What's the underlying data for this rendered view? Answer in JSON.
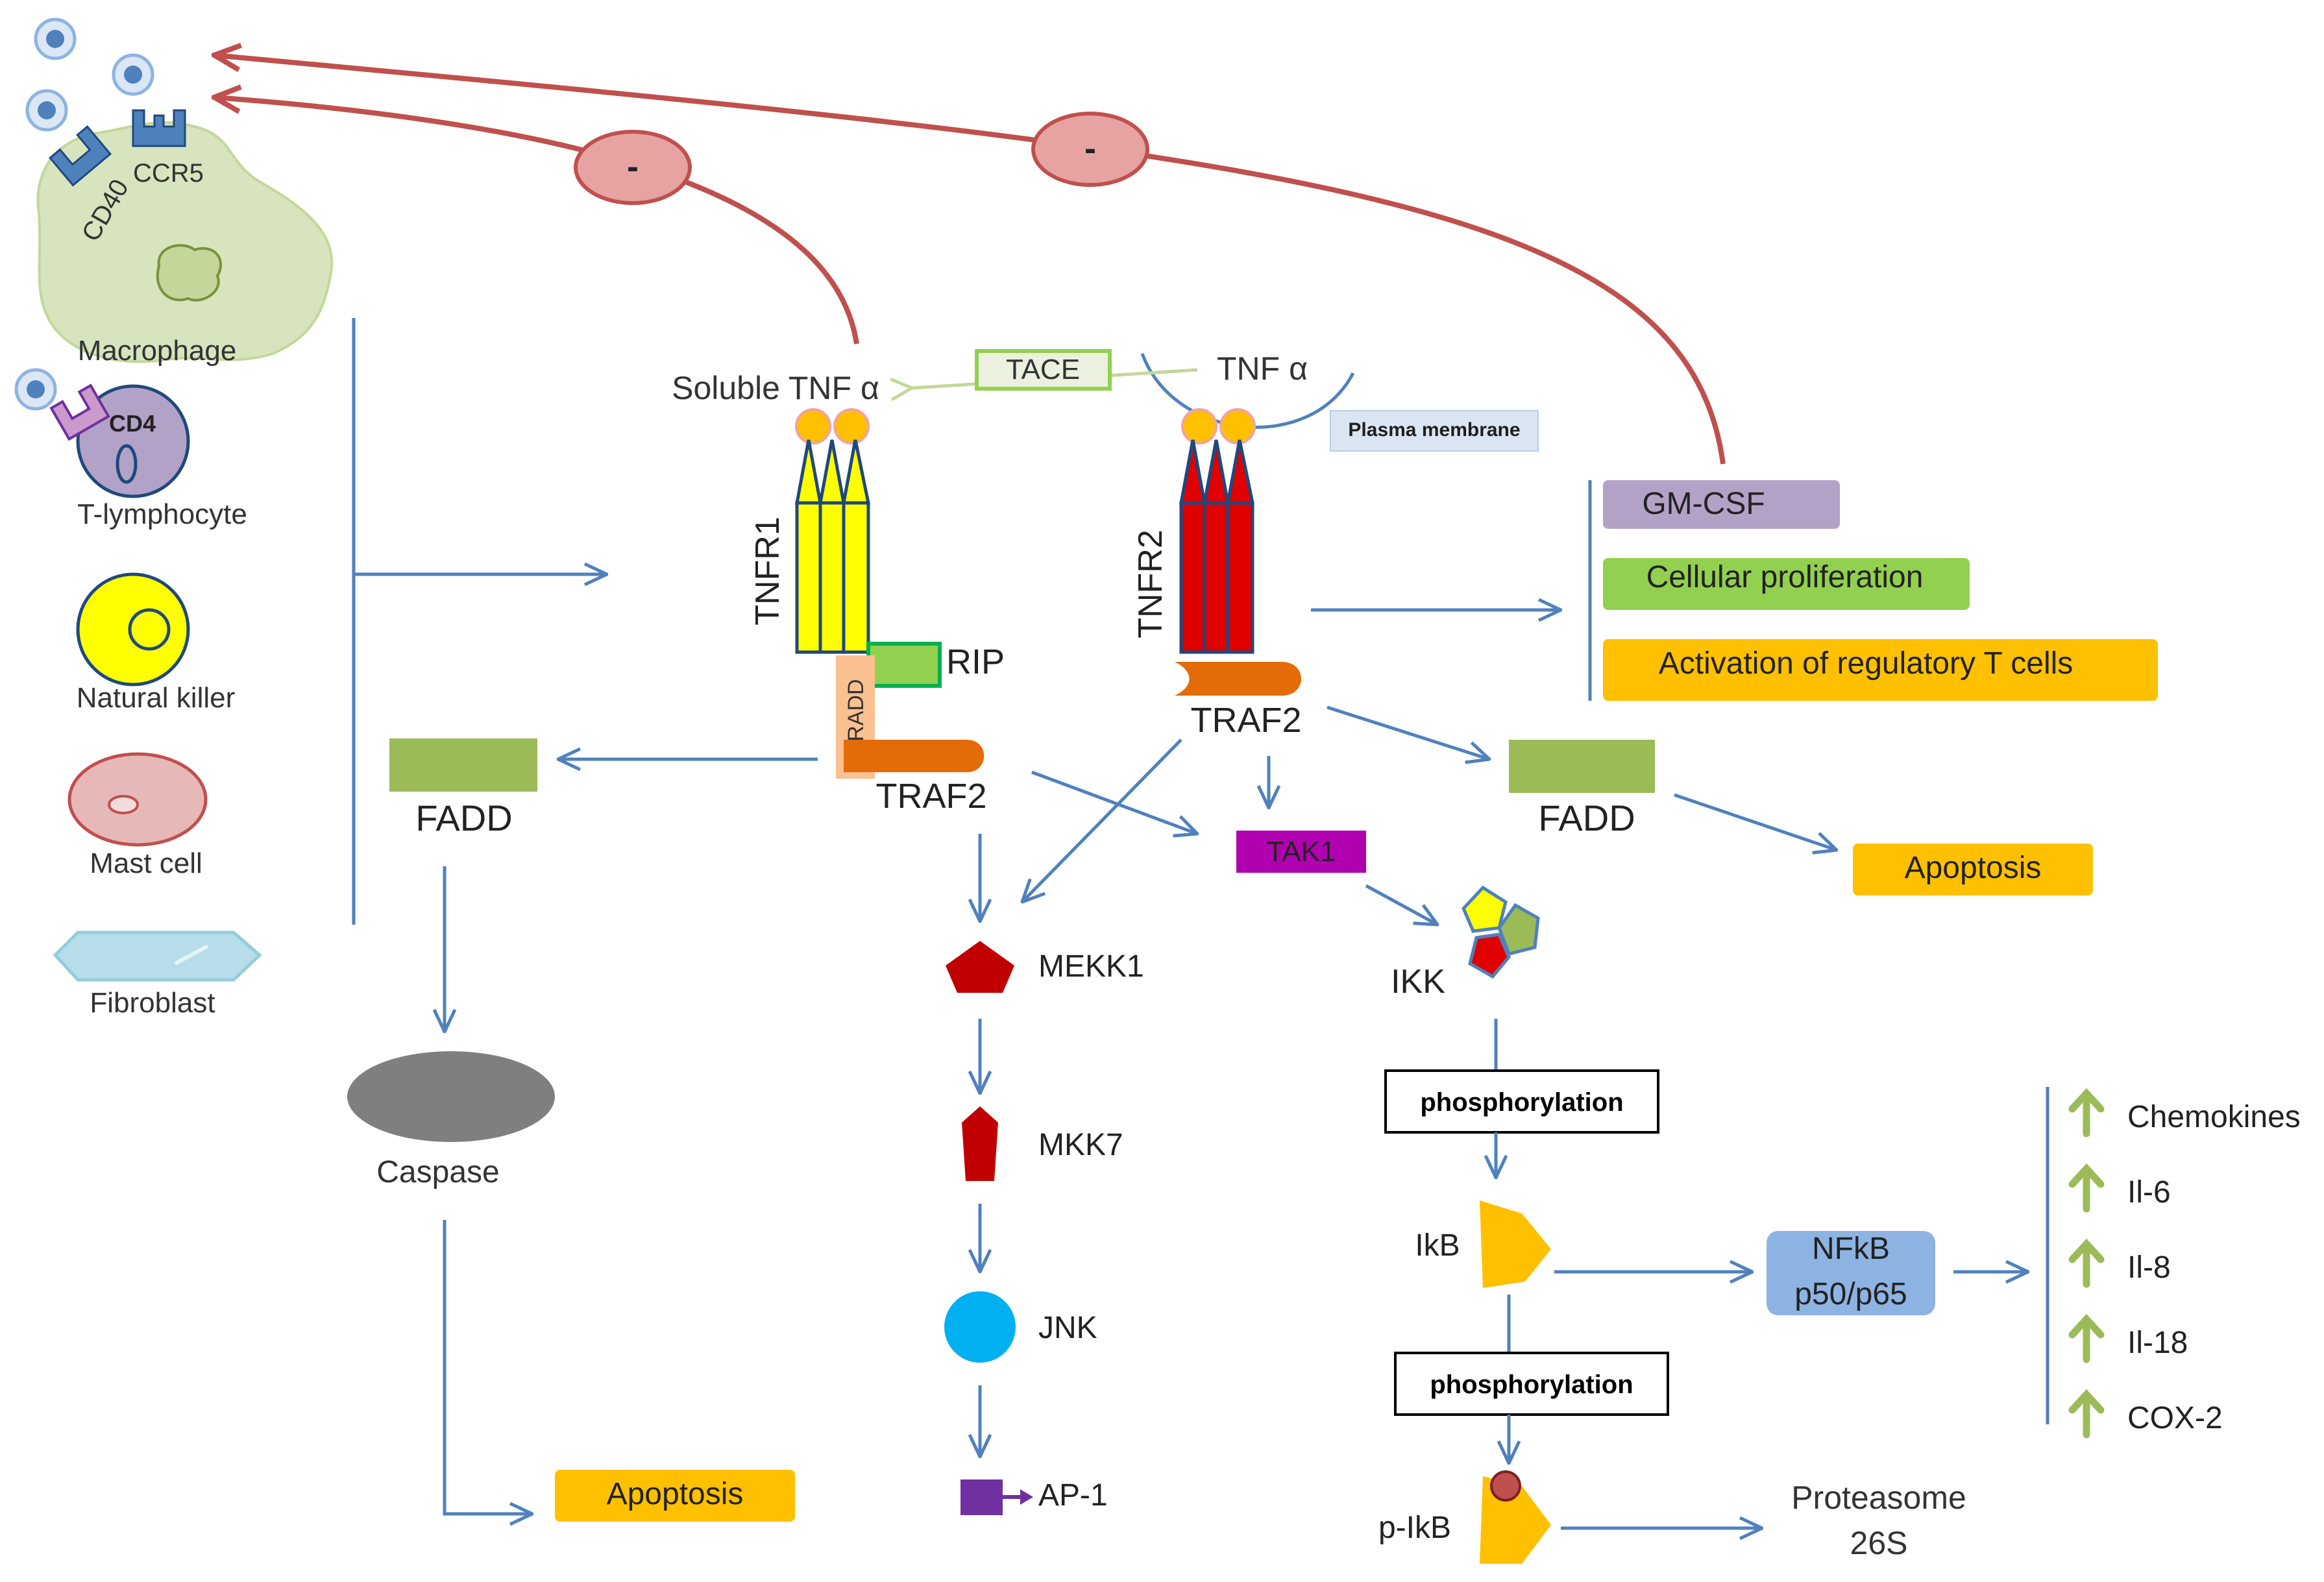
{
  "cells": {
    "macrophage": "Macrophage",
    "ccr5": "CCR5",
    "cd40": "CD40",
    "cd4": "CD4",
    "t_lymphocyte": "T-lymphocyte",
    "natural_killer": "Natural killer",
    "mast_cell": "Mast cell",
    "fibroblast": "Fibroblast"
  },
  "inhibition_symbol": "-",
  "membrane": {
    "soluble_tnf": "Soluble TNF α",
    "tace": "TACE",
    "tnf": "TNF α",
    "plasma_membrane": "Plasma membrane"
  },
  "receptors": {
    "tnfr1": "TNFR1",
    "tnfr2": "TNFR2",
    "rip": "RIP",
    "tradd": "TRADD",
    "traf2_left": "TRAF2",
    "traf2_right": "TRAF2"
  },
  "outcomes": {
    "gm_csf": "GM-CSF",
    "proliferation": "Cellular proliferation",
    "treg": "Activation of regulatory T cells"
  },
  "fadd": {
    "left": "FADD",
    "right": "FADD"
  },
  "apoptosis": {
    "right": "Apoptosis",
    "bottom": "Apoptosis"
  },
  "caspase": "Caspase",
  "tak1": "TAK1",
  "ikk": "IKK",
  "jnk_pathway": {
    "mekk1": "MEKK1",
    "mkk7": "MKK7",
    "jnk": "JNK",
    "ap1": "AP-1"
  },
  "nfkb_pathway": {
    "phosphorylation_1": "phosphorylation",
    "ikb": "IkB",
    "phosphorylation_2": "phosphorylation",
    "p_ikb": "p-IkB",
    "nfkb_line1": "NFkB",
    "nfkb_line2": "p50/p65",
    "proteasome_line1": "Proteasome",
    "proteasome_line2": "26S"
  },
  "upregulated": [
    "Chemokines",
    "Il-6",
    "Il-8",
    "Il-18",
    "COX-2"
  ],
  "colors": {
    "arrow_blue": "#4f81bd",
    "inhibition_red": "#c0504d",
    "tnfr1_yellow": "#ffff00",
    "tnfr2_red": "#e00000",
    "traf2_orange": "#e36c09",
    "fadd_green": "#9bbb59",
    "apoptosis_orange": "#ffc000",
    "gm_csf_purple": "#b3a2c7",
    "tak1_magenta": "#b000b0",
    "nfkb_blue": "#8db3e2",
    "jnk_cyan": "#00b0f0",
    "mekk1_darkred": "#c00000",
    "ap1_purple": "#7030a0"
  }
}
